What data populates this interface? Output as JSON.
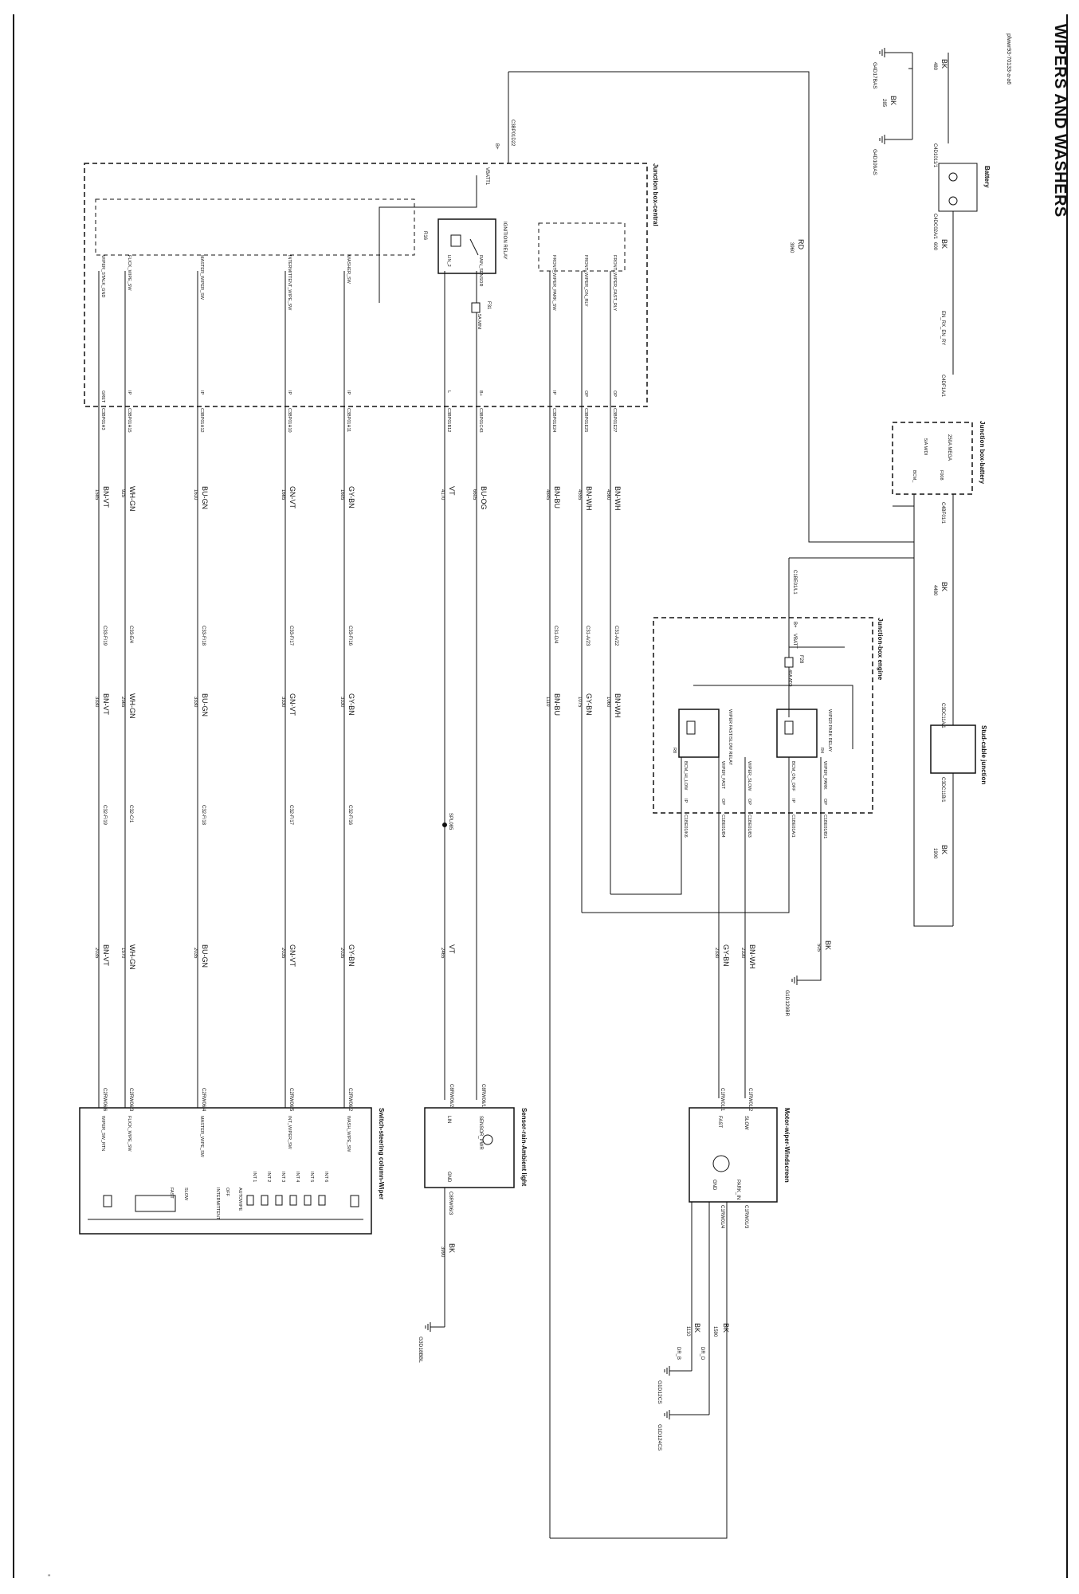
{
  "page": {
    "title": "WIPERS AND WASHERS",
    "ref": "pfwwr93-70133-a-a6",
    "corner_mark": "\""
  },
  "components": {
    "battery": {
      "name": "Battery",
      "conn_neg": "C4D1011/1",
      "conn_pos": "C4DC02A/1"
    },
    "jb_battery": {
      "name": "Junction box-battery",
      "fuse": "250A MEGA",
      "fuse_id": "F008",
      "sub": "5/A M/DI",
      "sub2": "BCM_",
      "conn_in": "C4DF1A/1",
      "conn_out": "C4BF01/1"
    },
    "stud_cable": {
      "name": "Stud-cable junction",
      "conn_a": "C3DC11A/1",
      "conn_b": "C3DC11B/1"
    },
    "jb_engine": {
      "name": "Junction-box engine",
      "vbatt": "VBATT",
      "bplus": "B+",
      "fuse": "F28",
      "fuse_rating": "40A ATO",
      "conn_vbatt": "C1BE01/L1",
      "relay_park": "WIPER PARK RELAY",
      "relay_park_id": "R4",
      "relay_speed": "WIPER FAST/SLOW RELAY",
      "relay_speed_id": "R8",
      "pins": [
        {
          "label": "WIPER_PARK",
          "type": "OP",
          "conn": "C1BE01/B/1"
        },
        {
          "label": "BCM_ON_OFF",
          "type": "IP",
          "conn": "C1BE01A/1"
        },
        {
          "label": "WIPER_SLOW",
          "type": "OP",
          "conn": "C1BE01/B3"
        },
        {
          "label": "WIPER_FAST",
          "type": "OP",
          "conn": "C1BE01/B4"
        },
        {
          "label": "BCM_HI_LOW",
          "type": "IP",
          "conn": "C1BE01/K6"
        }
      ]
    },
    "jb_central": {
      "name": "Junction box-central",
      "vbatt": "VBATT1",
      "bplus": "B+",
      "conn_vbatt": "C3BP01D22",
      "relay": "IGNITION RELAY",
      "relay_id": "R16",
      "fuse": "F31",
      "fuse_rating": "5A MINI",
      "outputs": [
        {
          "label": "FRONT_WIPER_FAST_RLY",
          "type": "OP",
          "conn": "C3BP01E27"
        },
        {
          "label": "FRONT_WIPER_ON_RLY",
          "type": "OP",
          "conn": "C3BP01E25"
        },
        {
          "label": "FRONT_WIPER_PARK_SW",
          "type": "IP",
          "conn": "C3BP01E24"
        },
        {
          "label": "RAIN_SENSOR",
          "type": "B+",
          "conn": "C3BP01C43"
        },
        {
          "label": "LIN_2",
          "type": "L",
          "conn": "C3BP01B12"
        },
        {
          "label": "WASHER_SW",
          "type": "IP",
          "conn": "C3BP01H11"
        },
        {
          "label": "INTERMITTENT_WIPE_SW",
          "type": "IP",
          "conn": "C3BP01H10"
        },
        {
          "label": "MASTER_WIPER_SW",
          "type": "IP",
          "conn": "C3BP01H12"
        },
        {
          "label": "FLICK_WIPE_SW",
          "type": "IP",
          "conn": "C3BP01H15"
        },
        {
          "label": "WIPER_STALK_GND",
          "type": "GRET",
          "conn": "C3BP01H3"
        }
      ]
    },
    "motor": {
      "name": "Motor-wiper-Windscreen",
      "pins": [
        "FAST",
        "SLOW",
        "GND",
        "PARK_IN"
      ],
      "conn_fast": "C1RW01/1",
      "conn_slow": "C1RW01/2",
      "conn_gnd": "C1RW01/4",
      "conn_park": "C1RW01/3"
    },
    "sensor": {
      "name": "Sensor-rain-Ambient light",
      "pins": [
        "SENSOR_PWR",
        "LIN",
        "GND"
      ],
      "conn_pwr": "C8RW06/1",
      "conn_lin": "C8RW06/2",
      "conn_gnd": "C8RW06/3"
    },
    "switch": {
      "name": "Switch-steering column-Wiper",
      "pins": [
        "WASH_WIPE_SW",
        "INT_WIPER_SW",
        "MASTER_WIPE_SW",
        "FLICK_WIPE_SW",
        "WIPER_SW_RTN"
      ],
      "positions": [
        "OFF",
        "INTERMITTENT",
        "SLOW",
        "FAST",
        "AUTOWIPE"
      ],
      "ints": [
        "INT 1",
        "INT 2",
        "INT 3",
        "INT 4",
        "INT 5",
        "INT 6"
      ],
      "conns": [
        "C2RW06/2",
        "C2RW06/5",
        "C2RW06/4",
        "C2RW06/3",
        "C2RW06/6"
      ]
    },
    "splice": {
      "name": "SPL085"
    }
  },
  "top_wires": {
    "w480": {
      "num": "480",
      "color": "BK"
    },
    "w285": {
      "num": "285",
      "color": "BK"
    },
    "w600": {
      "num": "600",
      "color": "BK"
    },
    "eng_relay": "EN_RX_EN_RY",
    "w3960": {
      "num": "3960",
      "color": "RD"
    },
    "w4480": {
      "num": "4480",
      "color": "BK"
    },
    "w1900": {
      "num": "1900",
      "color": "BK"
    },
    "w505": {
      "num": "505",
      "color": "BK"
    }
  },
  "grounds": [
    {
      "id": "G4D17BAS"
    },
    {
      "id": "G4D109AS"
    },
    {
      "id": "G1D129BR"
    },
    {
      "id": "G3D18BBL"
    },
    {
      "id": "G1D12CS"
    },
    {
      "id": "G1D124CS"
    }
  ],
  "wires": [
    {
      "c1": "BN-WH",
      "n1": "4560",
      "mid": "C31-A/22",
      "c2": "BN-WH",
      "n2": "1060"
    },
    {
      "c1": "BN-WH",
      "n1": "4555",
      "mid": "C31-A/23",
      "c2": "GY-BN",
      "n2": "1075"
    },
    {
      "c1": "BN-BU",
      "n1": "4845",
      "mid": "C31-D/4",
      "c2": "BN-BU",
      "n2": "1110"
    },
    {
      "c1": "BU-OG",
      "n1": "6605"
    },
    {
      "c1": "VT",
      "n1": "4170",
      "c3": "VT",
      "n3": "2465"
    },
    {
      "c1": "GY-BN",
      "n1": "1605",
      "mid": "C33-F/16",
      "c2": "GY-BN",
      "n2": "3330",
      "mid2": "C32-F/16",
      "c3": "GY-BN",
      "n3": "2035"
    },
    {
      "c1": "GN-VT",
      "n1": "1665",
      "mid": "C33-F/17",
      "c2": "GN-VT",
      "n2": "3330",
      "mid2": "C32-F/17",
      "c3": "GN-VT",
      "n3": "2035"
    },
    {
      "c1": "BU-GN",
      "n1": "1610",
      "mid": "C33-F/18",
      "c2": "BU-GN",
      "n2": "3330",
      "mid2": "C32-F/18",
      "c3": "BU-GN",
      "n3": "2035"
    },
    {
      "c1": "WH-GN",
      "n1": "925",
      "mid": "C33-E/4",
      "c2": "WH-GN",
      "n2": "2565",
      "mid2": "C32-C/1",
      "c3": "WH-GN",
      "n3": "1570"
    },
    {
      "c1": "BN-VT",
      "n1": "1585",
      "mid": "C33-F/19",
      "c2": "BN-VT",
      "n2": "3330",
      "mid2": "C32-F/19",
      "c3": "BN-VT",
      "n3": "2035"
    }
  ],
  "motor_wires": [
    {
      "color": "BN-WH",
      "num": "2330"
    },
    {
      "color": "GY-BN",
      "num": "2330"
    }
  ],
  "ground_wires": [
    {
      "color": "BK",
      "num": "3990",
      "note": ""
    },
    {
      "color": "BK",
      "num": "1590",
      "note": "DR_D"
    },
    {
      "color": "BK",
      "num": "1110",
      "note": "DR_B"
    }
  ]
}
